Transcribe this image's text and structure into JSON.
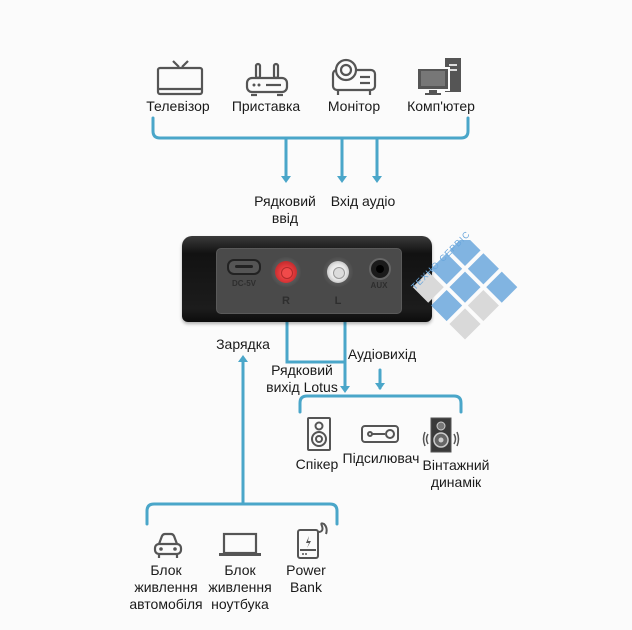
{
  "colors": {
    "line": "#4aa6c9",
    "icon": "#555555",
    "device_body": "#1c1c1c",
    "device_panel": "#4a4a4a",
    "jack_red": "#e0393b",
    "jack_white": "#e6e6e6",
    "watermark_blue": "#6ba7dc",
    "watermark_grey": "#d9d9d9"
  },
  "sources": [
    {
      "icon": "tv-icon",
      "label": "Телевізор"
    },
    {
      "icon": "router-icon",
      "label": "Приставка"
    },
    {
      "icon": "projector-icon",
      "label": "Монітор"
    },
    {
      "icon": "computer-icon",
      "label": "Комп'ютер"
    }
  ],
  "inputs": {
    "line_in": "Рядковий\nввід",
    "audio_in": "Вхід аудіо"
  },
  "device": {
    "port_dc": "DC-5V",
    "port_r": "R",
    "port_l": "L",
    "port_aux": "AUX"
  },
  "watermark": {
    "text": "ТЕХНО СЕРВІС"
  },
  "outputs": {
    "charging": "Зарядка",
    "audio_out": "Аудіовихід",
    "line_out": "Рядковий\nвихід Lotus"
  },
  "sinks": [
    {
      "icon": "speaker-icon",
      "label": "Спікер"
    },
    {
      "icon": "amplifier-icon",
      "label": "Підсилювач"
    },
    {
      "icon": "vintage-speaker-icon",
      "label": "Вінтажний\nдинамік"
    }
  ],
  "power_sources": [
    {
      "icon": "car-icon",
      "label": "Блок\nживлення\nавтомобіля"
    },
    {
      "icon": "laptop-icon",
      "label": "Блок\nживлення\nноутбука"
    },
    {
      "icon": "power-bank-icon",
      "label": "Power\nBank"
    }
  ]
}
